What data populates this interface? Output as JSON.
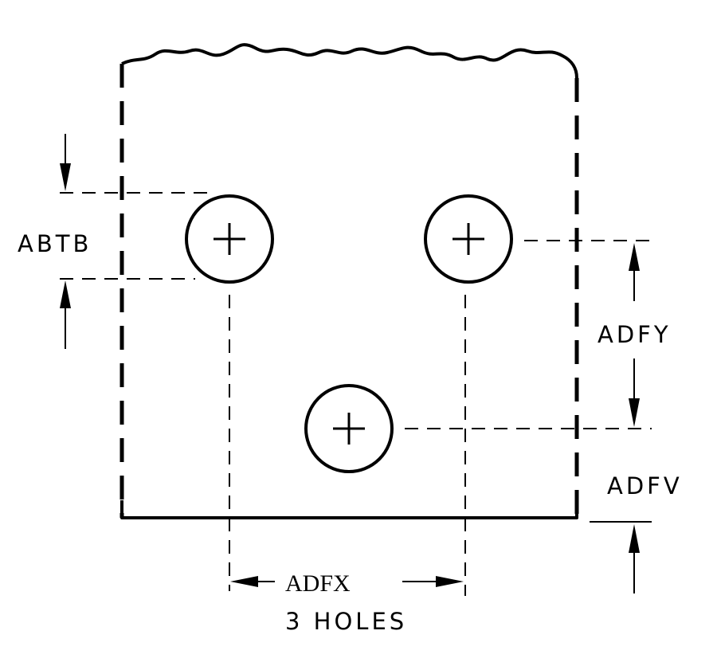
{
  "labels": {
    "abtb": "ABTB",
    "adfy": "ADFY",
    "adfv": "ADFV",
    "adfx": "ADFX",
    "holes": "3 HOLES"
  }
}
